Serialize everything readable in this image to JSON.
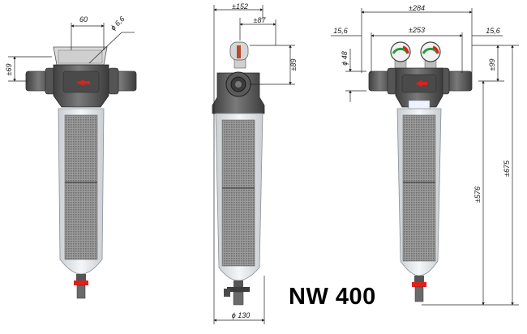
{
  "title": "",
  "model_label": "NW 400",
  "dimensions": {
    "front": {
      "top_width": "60",
      "bolt_dia": "ϕ 6,6",
      "inlet_height": "±69"
    },
    "side": {
      "depth": "±152",
      "gauge_offset": "±87",
      "gauge_height": "±89",
      "bottom_dia": "ϕ 130"
    },
    "rear": {
      "overall_width": "±284",
      "left_margin": "15,6",
      "inner_width": "±253",
      "right_margin": "15,6",
      "port_dia": "ϕ 48",
      "port_height": "±99",
      "total_height": "±675",
      "body_height": "±576"
    }
  },
  "colors": {
    "body": "#5c5c5c",
    "housing": "#dfe3e6",
    "mesh": "#8a8a8a",
    "arrow": "#e0201a",
    "dimension_line": "#222222"
  }
}
